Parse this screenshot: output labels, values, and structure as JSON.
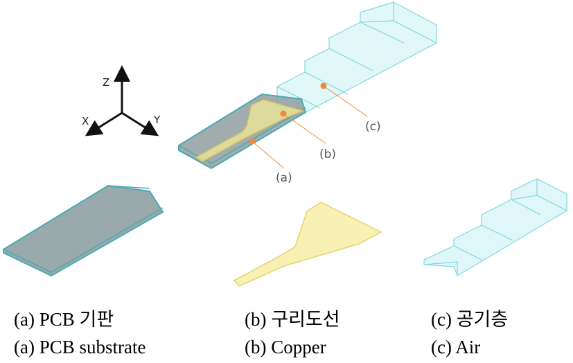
{
  "axes": {
    "z": "Z",
    "x": "X",
    "y": "Y"
  },
  "callouts": {
    "a": "(a)",
    "b": "(b)",
    "c": "(c)"
  },
  "colors": {
    "pcb_fill": "#9aa9ab",
    "pcb_edge": "#4aaab0",
    "copper_fill": "#f7f2b4",
    "copper_edge": "#e3d36a",
    "air_fill": "#c9f1f3",
    "air_edge": "#7fd9df",
    "marker": "#f08a3c"
  },
  "captions": [
    {
      "korean": "(a)  PCB  기판",
      "english": "(a)  PCB  substrate"
    },
    {
      "korean": "(b)  구리도선",
      "english": "(b)  Copper"
    },
    {
      "korean": "(c)  공기층",
      "english": "(c)  Air"
    }
  ]
}
